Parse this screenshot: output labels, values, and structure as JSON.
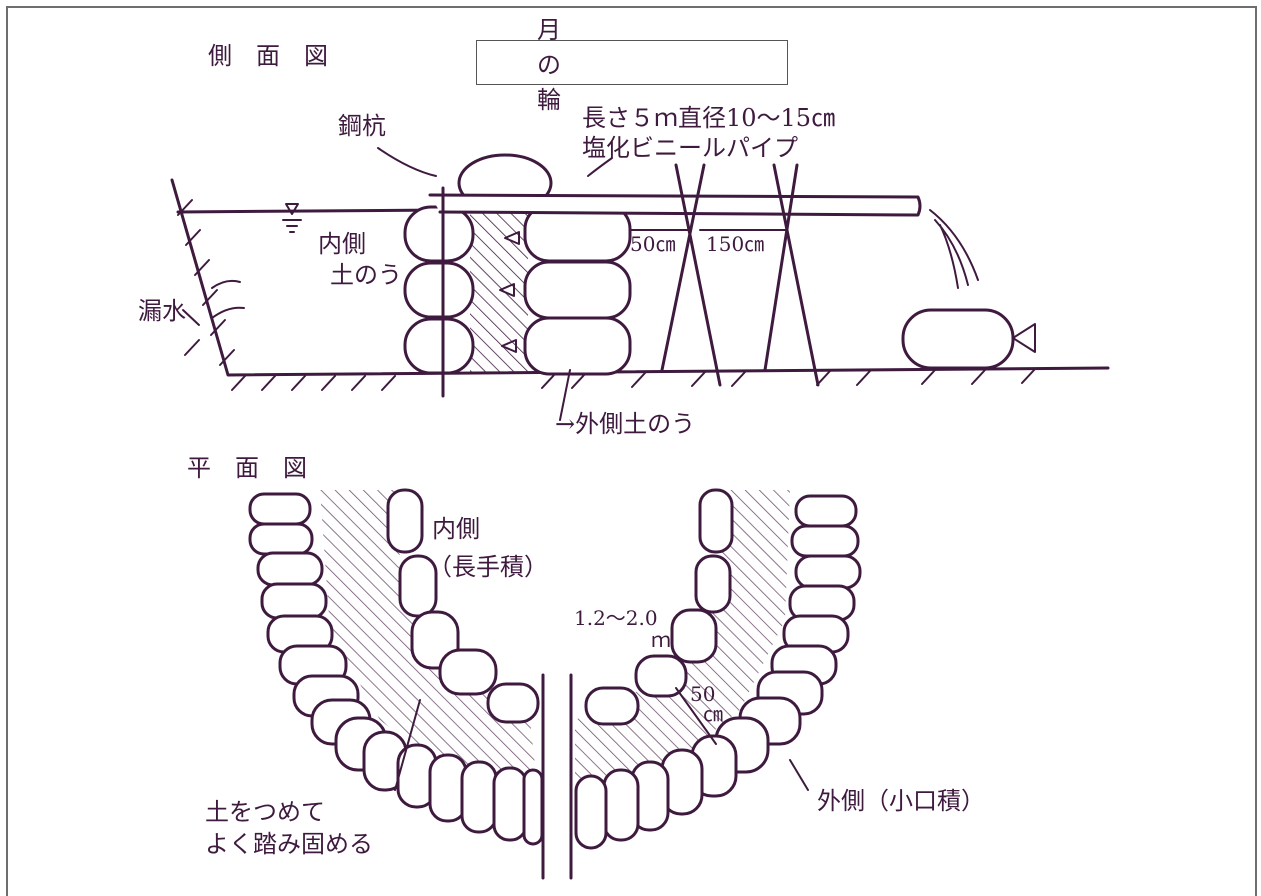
{
  "title": "月　の　輪",
  "side_view": {
    "heading": "側　面　図",
    "steel_pile": "鋼杭",
    "pipe_line1": "長さ５ｍ直径10～15㎝",
    "pipe_line2": "塩化ビニールパイプ",
    "inner_line1": "内側",
    "inner_line2": "土のう",
    "leak": "漏水",
    "dim_50": "50㎝",
    "dim_150": "150㎝",
    "outer_bag": "→外側土のう"
  },
  "plan_view": {
    "heading": "平　面　図",
    "inner_line1": "内側",
    "inner_line2": "（長手積）",
    "spacing_line1": "1.2～2.0",
    "spacing_line2": "ｍ",
    "gap_line1": "50",
    "gap_line2": "㎝",
    "outer": "外側（小口積）",
    "fill_line1": "土をつめて",
    "fill_line2": "よく踏み固める"
  },
  "colors": {
    "ink": "#3f1a3f",
    "frame": "#6e6e6e"
  }
}
